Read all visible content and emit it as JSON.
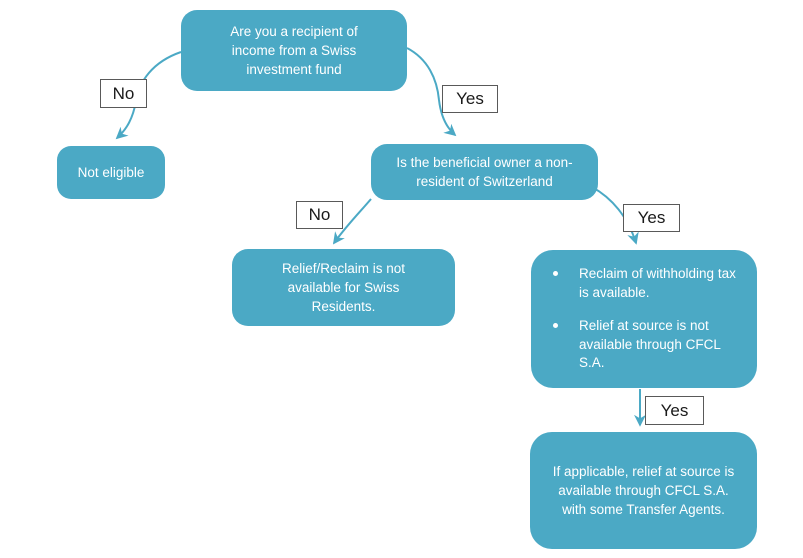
{
  "flowchart": {
    "nodes": {
      "q1": {
        "text": "Are you a recipient of income from a Swiss investment fund"
      },
      "not_eligible": {
        "text": "Not eligible"
      },
      "q2": {
        "text": "Is the beneficial owner a non-resident of Switzerland"
      },
      "swiss_residents": {
        "text": "Relief/Reclaim is not available for Swiss Residents."
      },
      "reclaim": {
        "bullets": [
          "Reclaim of withholding tax is available.",
          "Relief at source is not available through CFCL S.A."
        ]
      },
      "relief_source": {
        "text": "If applicable, relief at source is available through CFCL S.A. with some Transfer Agents."
      }
    },
    "labels": {
      "no1": "No",
      "yes1": "Yes",
      "no2": "No",
      "yes2": "Yes",
      "yes3": "Yes"
    },
    "colors": {
      "node_fill": "#4BA9C5",
      "node_text": "#FFFFFF",
      "connector": "#4BA9C5",
      "label_bg": "#FFFFFF",
      "label_border": "#595959",
      "label_text": "#1A1A1A",
      "background": "#FFFFFF"
    }
  }
}
